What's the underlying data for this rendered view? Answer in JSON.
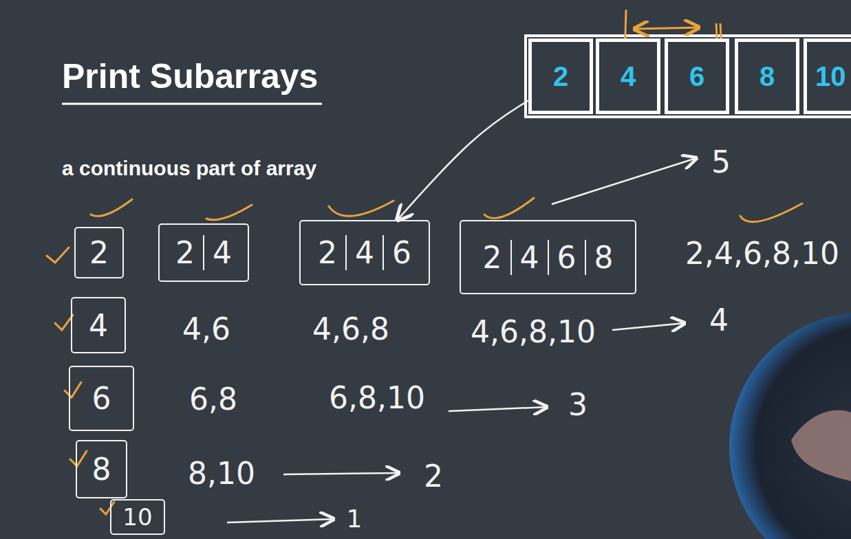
{
  "diagram": {
    "title": "Print Subarrays",
    "nodes": [
      {
        "text": [
          "2"
        ]
      },
      {
        "text": [
          "4"
        ]
      },
      {
        "text": [
          "6"
        ]
      },
      {
        "text": [
          "8"
        ]
      },
      {
        "text": [
          "10"
        ]
      },
      {
        "text": [
          "2"
        ]
      },
      {
        "text": [
          "2",
          "4"
        ]
      },
      {
        "text": [
          "2",
          "4",
          "6"
        ]
      },
      {
        "text": [
          "2",
          "4",
          "6",
          "8"
        ]
      },
      {
        "text": [
          "4"
        ]
      },
      {
        "text": [
          "6"
        ]
      },
      {
        "text": [
          "8"
        ]
      },
      {
        "text": [
          "10"
        ]
      }
    ],
    "edges": [
      {
        "from": 0,
        "to": 7,
        "arrow": "to"
      }
    ],
    "labels": [
      "a continuous part of array",
      "5",
      "2,4,6,8,10",
      "4,6",
      "4,6,8",
      "4,6,8,10",
      "4",
      "6,8",
      "6,8,10",
      "3",
      "8,10",
      "2",
      "1"
    ]
  }
}
